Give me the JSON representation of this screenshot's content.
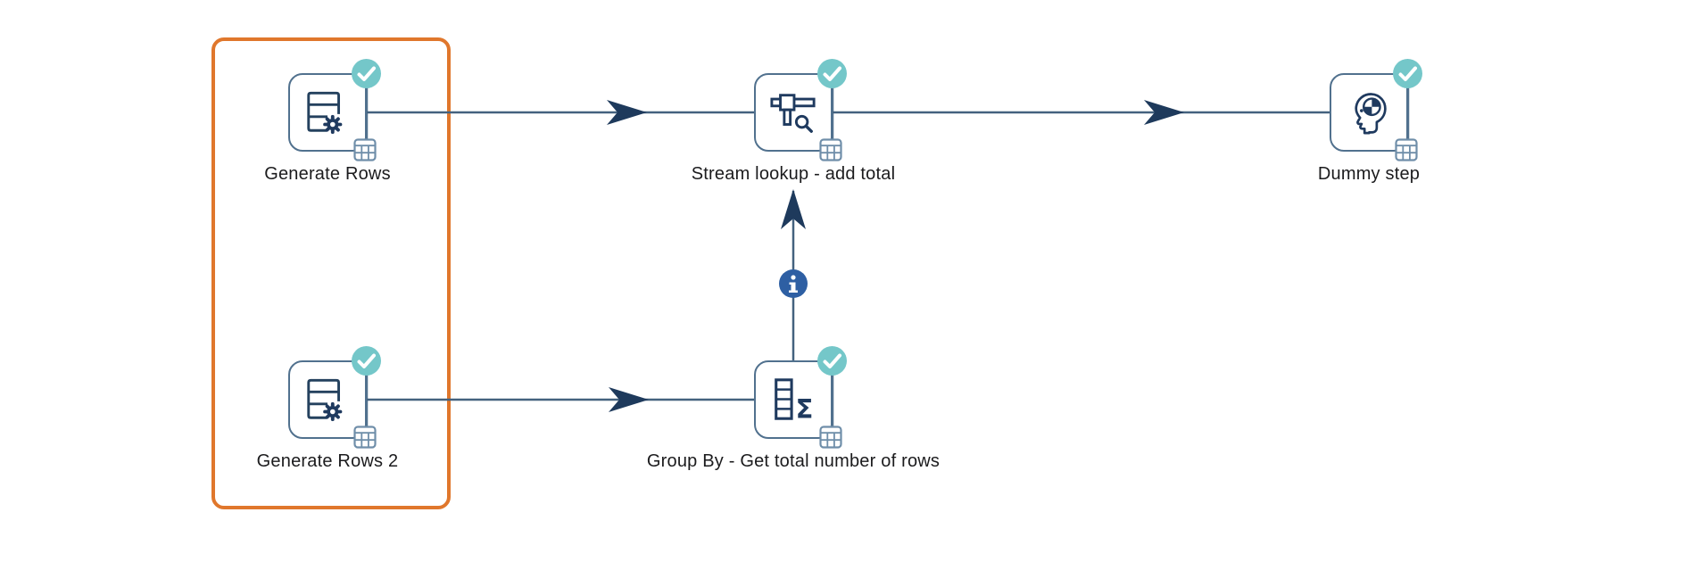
{
  "app": {
    "view": "pipeline-canvas"
  },
  "colors": {
    "background": "#ffffff",
    "hop_line": "#44627F",
    "arrowhead": "#1E3A5C",
    "node_border": "#51718E",
    "icon_dark": "#1F3A5F",
    "grid_icon": "#6F8EA9",
    "check_badge": "#74C7C9",
    "info_badge": "#2E5FA3",
    "selection_rect": "#E0772C",
    "label_text": "#1b1b1d"
  },
  "nodes": [
    {
      "id": "generate-rows",
      "label": "Generate Rows",
      "icon": "generate-rows-icon",
      "status": "success",
      "selected": true
    },
    {
      "id": "stream-lookup",
      "label": "Stream lookup - add total",
      "icon": "stream-lookup-icon",
      "status": "success",
      "selected": false
    },
    {
      "id": "dummy-step",
      "label": "Dummy step",
      "icon": "dummy-step-icon",
      "status": "success",
      "selected": false
    },
    {
      "id": "generate-rows-2",
      "label": "Generate Rows 2",
      "icon": "generate-rows-icon",
      "status": "success",
      "selected": true
    },
    {
      "id": "group-by",
      "label": "Group By - Get total number of rows",
      "icon": "group-by-icon",
      "status": "success",
      "selected": false
    }
  ],
  "hops": [
    {
      "from": "Generate Rows",
      "to": "Stream lookup - add total",
      "direction": "right"
    },
    {
      "from": "Stream lookup - add total",
      "to": "Dummy step",
      "direction": "right"
    },
    {
      "from": "Generate Rows 2",
      "to": "Group By - Get total number of rows",
      "direction": "right"
    },
    {
      "from": "Group By - Get total number of rows",
      "to": "Stream lookup - add total",
      "direction": "up",
      "badge": "info"
    }
  ]
}
